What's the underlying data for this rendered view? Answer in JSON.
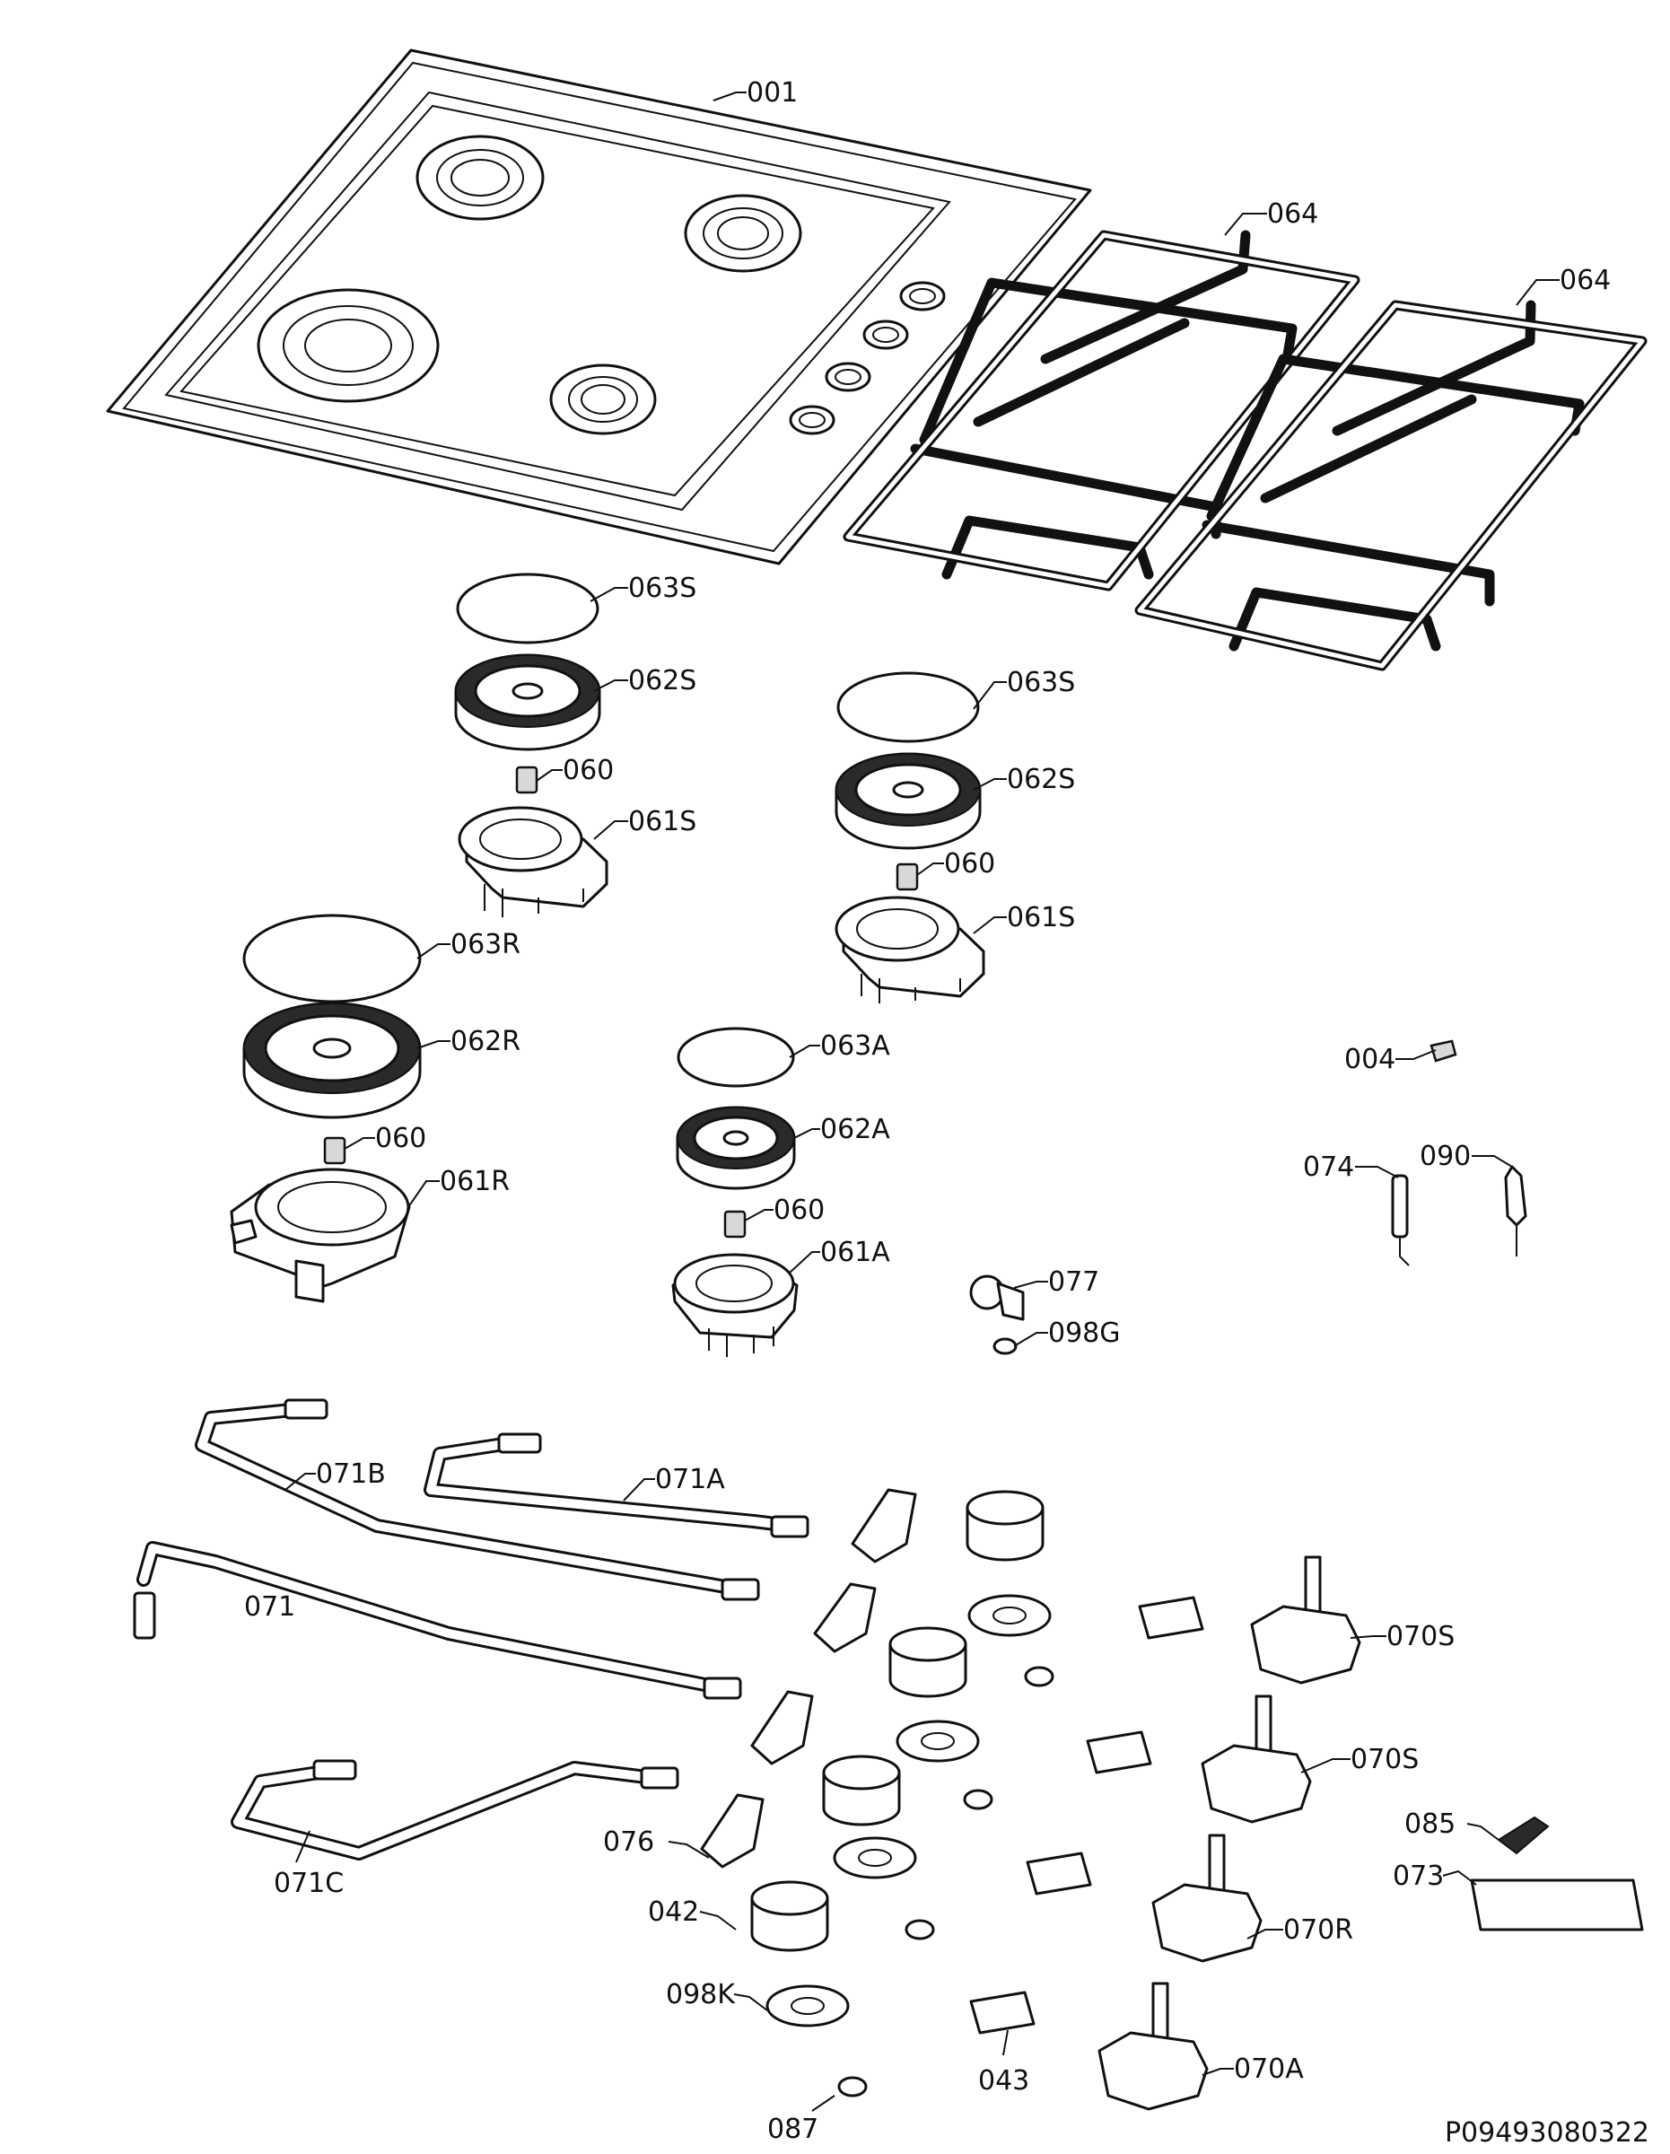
{
  "diagram": {
    "document_id": "P09493080322",
    "callouts": [
      {
        "id": "c001",
        "label": "001"
      },
      {
        "id": "c064a",
        "label": "064"
      },
      {
        "id": "c064b",
        "label": "064"
      },
      {
        "id": "c063s1",
        "label": "063S"
      },
      {
        "id": "c062s1",
        "label": "062S"
      },
      {
        "id": "c060a",
        "label": "060"
      },
      {
        "id": "c061s1",
        "label": "061S"
      },
      {
        "id": "c063s2",
        "label": "063S"
      },
      {
        "id": "c062s2",
        "label": "062S"
      },
      {
        "id": "c060b",
        "label": "060"
      },
      {
        "id": "c061s2",
        "label": "061S"
      },
      {
        "id": "c063r",
        "label": "063R"
      },
      {
        "id": "c062r",
        "label": "062R"
      },
      {
        "id": "c060c",
        "label": "060"
      },
      {
        "id": "c061r",
        "label": "061R"
      },
      {
        "id": "c063a",
        "label": "063A"
      },
      {
        "id": "c062a",
        "label": "062A"
      },
      {
        "id": "c060d",
        "label": "060"
      },
      {
        "id": "c061a",
        "label": "061A"
      },
      {
        "id": "c004",
        "label": "004"
      },
      {
        "id": "c074",
        "label": "074"
      },
      {
        "id": "c090",
        "label": "090"
      },
      {
        "id": "c077",
        "label": "077"
      },
      {
        "id": "c098g",
        "label": "098G"
      },
      {
        "id": "c071b",
        "label": "071B"
      },
      {
        "id": "c071a",
        "label": "071A"
      },
      {
        "id": "c071",
        "label": "071"
      },
      {
        "id": "c070s1",
        "label": "070S"
      },
      {
        "id": "c070s2",
        "label": "070S"
      },
      {
        "id": "c085",
        "label": "085"
      },
      {
        "id": "c073",
        "label": "073"
      },
      {
        "id": "c076",
        "label": "076"
      },
      {
        "id": "c071c",
        "label": "071C"
      },
      {
        "id": "c070r",
        "label": "070R"
      },
      {
        "id": "c042",
        "label": "042"
      },
      {
        "id": "c098k",
        "label": "098K"
      },
      {
        "id": "c087",
        "label": "087"
      },
      {
        "id": "c043",
        "label": "043"
      },
      {
        "id": "c070a",
        "label": "070A"
      }
    ]
  }
}
